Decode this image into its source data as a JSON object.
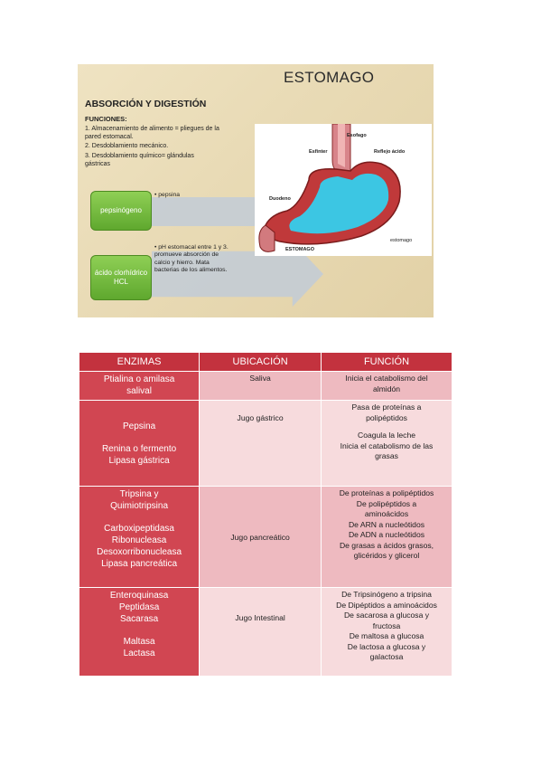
{
  "slide": {
    "title": "ESTOMAGO",
    "subtitle": "ABSORCIÓN Y DIGESTIÓN",
    "functions_heading": "FUNCIONES:",
    "functions": [
      "1. Almacenamiento de alimento = pliegues de la pared estomacal.",
      "2. Desdoblamiento mecánico.",
      "3. Desdoblamiento químico= glándulas gástricas"
    ],
    "box1": "pepsinógeno",
    "box1_bullet": "• pepsina",
    "box2": "ácido clorhídrico HCL",
    "box2_bullet": "• pH estomacal entre 1 y 3. promueve absorción de calcio y hierro. Mata bacterias de los alimentos.",
    "diagram_labels": {
      "esofago": "Esofago",
      "esfinter": "Esfinter",
      "reflejo": "Reflejo ácido",
      "duodeno": "Duodeno",
      "estomago_upper": "ESTOMAGO",
      "estomago_lower": "estomago"
    }
  },
  "table": {
    "headers": [
      "ENZIMAS",
      "UBICACIÓN",
      "FUNCIÓN"
    ],
    "rows": [
      {
        "enzymes": [
          "Ptialina o amilasa",
          "salival"
        ],
        "location": "Saliva",
        "functions": [
          "Inicia el catabolismo del",
          "almidón"
        ]
      },
      {
        "enzymes": [
          "Pepsina",
          "Renina o fermento",
          "Lipasa gástrica"
        ],
        "location": "Jugo gástrico",
        "functions": [
          "Pasa de proteínas a",
          "polipéptidos",
          "Coagula la leche",
          "Inicia el catabolismo de las",
          "grasas"
        ]
      },
      {
        "enzymes": [
          "Tripsina y",
          "Quimiotripsina",
          "Carboxipeptidasa",
          "Ribonucleasa",
          "Desoxorribonucleasa",
          "Lipasa pancreática"
        ],
        "location": "Jugo pancreático",
        "functions": [
          "De proteínas a polipéptidos",
          "De polipéptidos a",
          "aminoácidos",
          "De ARN a nucleótidos",
          "De ADN a nucleótidos",
          "De grasas a ácidos grasos,",
          "glicéridos y glicerol"
        ]
      },
      {
        "enzymes": [
          "Enteroquinasa",
          "Peptidasa",
          "Sacarasa",
          "Maltasa",
          "Lactasa"
        ],
        "location": "Jugo Intestinal",
        "functions": [
          "De Tripsinógeno a tripsina",
          "De Dipéptidos a aminoácidos",
          "De sacarosa a glucosa y",
          "fructosa",
          "De maltosa a glucosa",
          "De lactosa a glucosa y",
          "galactosa"
        ]
      }
    ]
  }
}
